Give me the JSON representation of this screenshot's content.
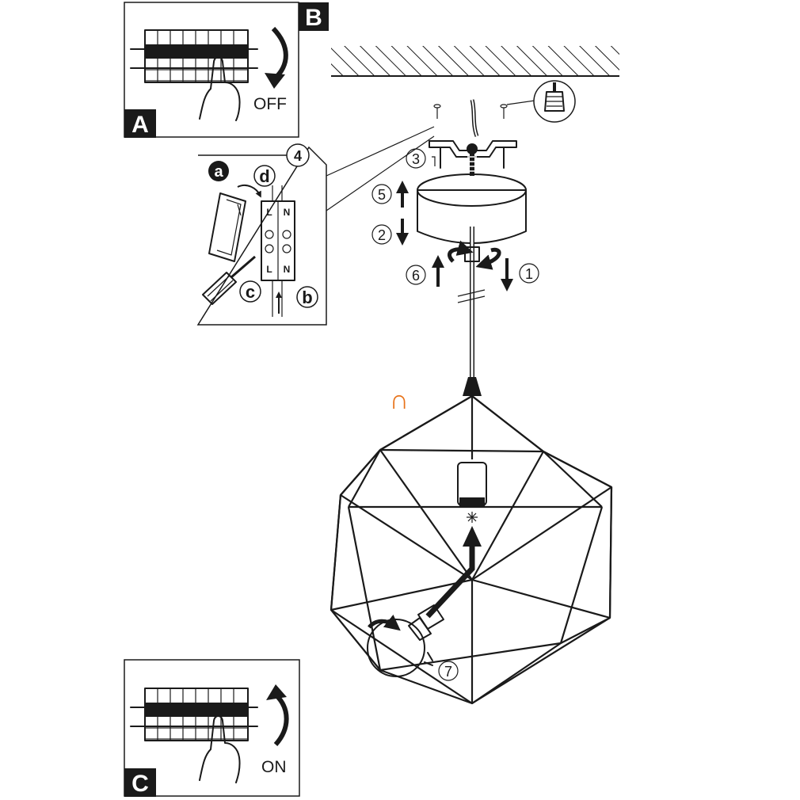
{
  "panels": {
    "a_label": "A",
    "b_label": "B",
    "c_label": "C",
    "off_text": "OFF",
    "on_text": "ON"
  },
  "steps": {
    "s1": "1",
    "s2": "2",
    "s3": "3",
    "s4": "4",
    "s5": "5",
    "s6": "6",
    "s7": "7"
  },
  "wiring": {
    "a": "a",
    "b": "b",
    "c": "c",
    "d": "d",
    "terminal_top_l": "L",
    "terminal_top_n": "N",
    "terminal_bot_l": "L",
    "terminal_bot_n": "N"
  },
  "note_symbol": "∩",
  "colors": {
    "ink": "#1a1a1a",
    "accent_orange": "#e8731a"
  }
}
